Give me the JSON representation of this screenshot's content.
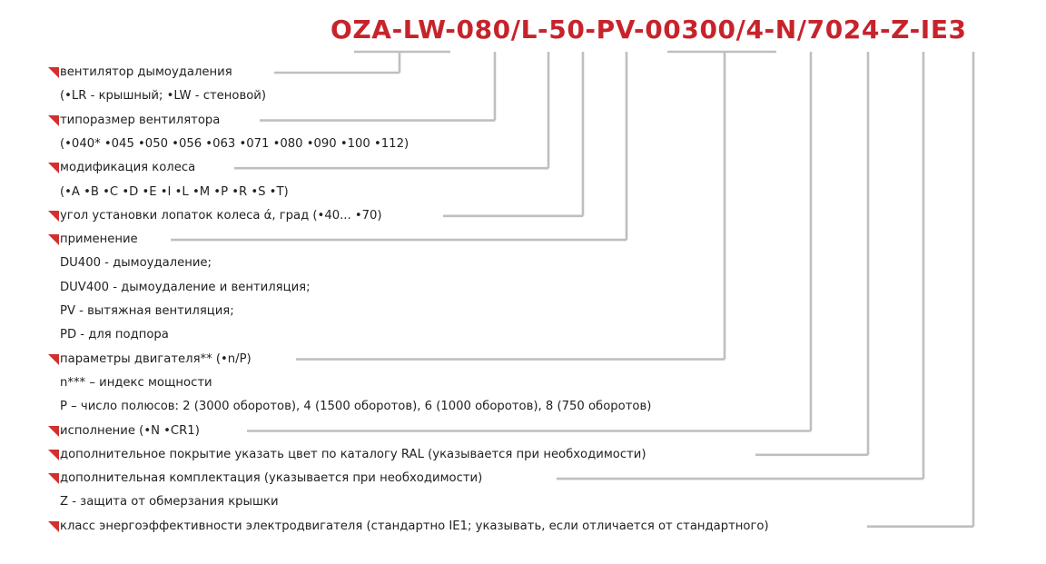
{
  "code": "OZA-LW-080/L-50-PV-00300/4-N/7024-Z-IE3",
  "colors": {
    "accent": "#c7232b",
    "bullet": "#d32f2f",
    "line": "#bfbfbf",
    "text": "#222222"
  },
  "rows": [
    {
      "text": "вентилятор дымоудаления",
      "bullet": true
    },
    {
      "text": "(•LR - крышный; •LW - стеновой)",
      "bullet": false
    },
    {
      "text": "типоразмер вентилятора",
      "bullet": true
    },
    {
      "text": "(•040* •045 •050 •056 •063 •071 •080 •090 •100 •112)",
      "bullet": false
    },
    {
      "text": "модификация колеса",
      "bullet": true
    },
    {
      "text": "(•A •B •C •D •E •I •L •M •P •R •S •T)",
      "bullet": false
    },
    {
      "text": "угол установки лопаток колеса ά, град  (•40... •70)",
      "bullet": true
    },
    {
      "text": "применение",
      "bullet": true
    },
    {
      "text": "DU400 - дымоудаление;",
      "bullet": false
    },
    {
      "text": "DUV400 - дымоудаление и вентиляция;",
      "bullet": false
    },
    {
      "text": "PV - вытяжная вентиляция;",
      "bullet": false
    },
    {
      "text": "PD - для подпора",
      "bullet": false
    },
    {
      "text": "параметры двигателя** (•n/P)",
      "bullet": true
    },
    {
      "text": "n*** – индекс мощности",
      "bullet": false
    },
    {
      "text": "P     – число полюсов: 2 (3000 оборотов), 4 (1500 оборотов), 6 (1000 оборотов), 8 (750 оборотов)",
      "bullet": false
    },
    {
      "text": "исполнение (•N •CR1)",
      "bullet": true
    },
    {
      "text": "дополнительное покрытие указать цвет по каталогу RAL (указывается при необходимости)",
      "bullet": true
    },
    {
      "text": "дополнительная комплектация (указывается при необходимости)",
      "bullet": true
    },
    {
      "text": "Z - защита от обмерзания крышки",
      "bullet": false
    },
    {
      "text": "класс энергоэффективности электродвигателя (стандартно IE1; указывать, если отличается от стандартного)",
      "bullet": true
    }
  ]
}
